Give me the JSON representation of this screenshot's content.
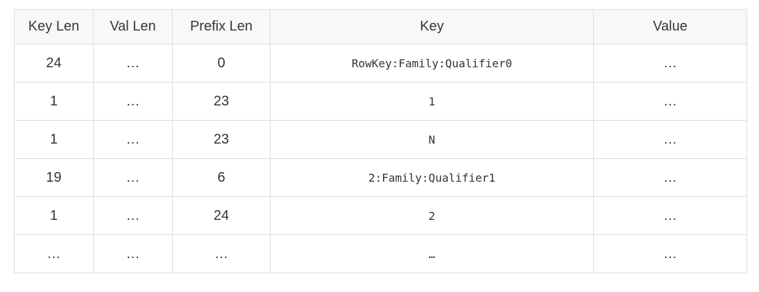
{
  "colors": {
    "border": "#dedede",
    "header_background": "#f8f8f8",
    "text": "#333333",
    "page_background": "#ffffff"
  },
  "table": {
    "headers": [
      "Key Len",
      "Val Len",
      "Prefix Len",
      "Key",
      "Value"
    ],
    "rows": [
      [
        "24",
        "…",
        "0",
        "RowKey:Family:Qualifier0",
        "…"
      ],
      [
        "1",
        "…",
        "23",
        "1",
        "…"
      ],
      [
        "1",
        "…",
        "23",
        "N",
        "…"
      ],
      [
        "19",
        "…",
        "6",
        "2:Family:Qualifier1",
        "…"
      ],
      [
        "1",
        "…",
        "24",
        "2",
        "…"
      ],
      [
        "…",
        "…",
        "…",
        "…",
        "…"
      ]
    ]
  }
}
